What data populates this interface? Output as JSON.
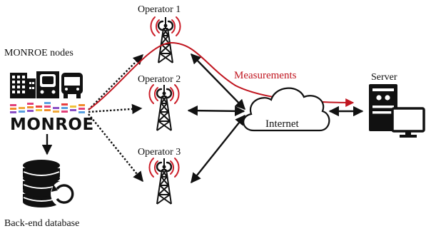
{
  "labels": {
    "operator1": "Operator 1",
    "operator2": "Operator 2",
    "operator3": "Operator 3",
    "monroe_nodes": "MONROE nodes",
    "monroe_logo": "MONROE",
    "measurements": "Measurements",
    "internet": "Internet",
    "server": "Server",
    "backend_db": "Back-end database"
  },
  "colors": {
    "measurement_line": "#c0151f",
    "wave_red": "#cc1f2a",
    "cloud_fill": "#ffffff",
    "ink": "#111111"
  },
  "icons": [
    "building-icon",
    "train-icon",
    "bus-icon",
    "monroe-logo",
    "cell-tower-icon",
    "cloud-icon",
    "server-icon",
    "monitor-icon",
    "database-icon"
  ]
}
